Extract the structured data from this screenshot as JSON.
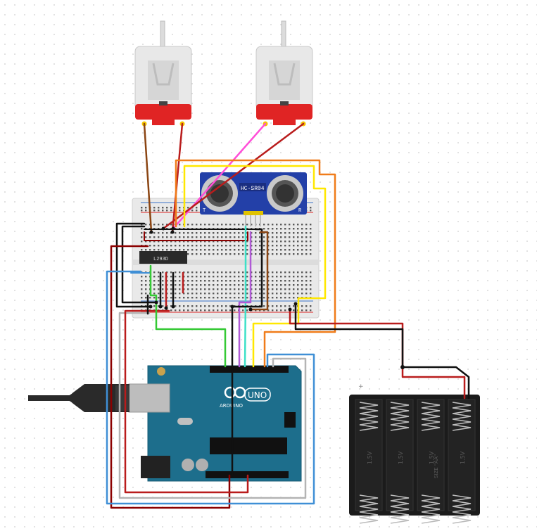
{
  "colors": {
    "background": "#ffffff",
    "breadboard": "#e9e9e9",
    "arduino_board": "#1d6e8c",
    "motor_body": "#e6e6e6",
    "motor_cap": "#e02424",
    "battery_pack": "#1b1b1b",
    "sensor_board": "#2340a8",
    "wire_red": "#b91c1c",
    "wire_black": "#111111",
    "wire_brown": "#8b4513",
    "wire_pink": "#ff4fd8",
    "wire_yellow": "#ffe800",
    "wire_orange": "#f07c1a",
    "wire_green": "#35c935",
    "wire_blue": "#3f8fd6",
    "wire_gray": "#b4b4b4",
    "wire_purple": "#b05ad6",
    "wire_teal": "#3de0c8"
  },
  "motors": [
    {
      "name": "motor-left",
      "icon": "dc-motor-icon"
    },
    {
      "name": "motor-right",
      "icon": "dc-motor-icon"
    }
  ],
  "sensor": {
    "label": "HC-SR04",
    "left_mark": "T",
    "right_mark": "R"
  },
  "chip": {
    "label": "L293D"
  },
  "arduino": {
    "logo": "ARDUINO",
    "model": "UNO",
    "icon": "infinity-logo-icon"
  },
  "battery": {
    "cell_label": "1.5V",
    "pack_label": "SIZE \"AA\"",
    "cells": 4,
    "plus": "+"
  },
  "usb": {
    "icon": "usb-cable-icon"
  }
}
